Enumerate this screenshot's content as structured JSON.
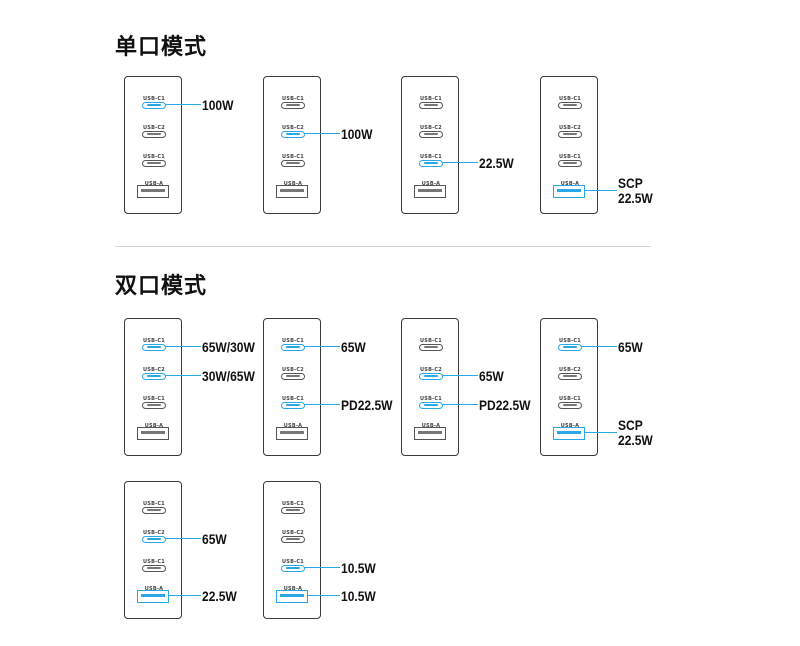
{
  "sections": {
    "single": "单口模式",
    "dual": "双口模式"
  },
  "ports": [
    "USB-C1",
    "USB-C2",
    "USB-C1",
    "USB-A"
  ],
  "colors": {
    "active": "#2aa7e6",
    "inactive": "#555555",
    "frame": "#3a3a3a"
  },
  "configs": [
    {
      "section": "single",
      "active": [
        0
      ],
      "outputs": [
        {
          "port": 0,
          "label": "100W"
        }
      ]
    },
    {
      "section": "single",
      "active": [
        1
      ],
      "outputs": [
        {
          "port": 1,
          "label": "100W"
        }
      ]
    },
    {
      "section": "single",
      "active": [
        2
      ],
      "outputs": [
        {
          "port": 2,
          "label": "22.5W"
        }
      ]
    },
    {
      "section": "single",
      "active": [
        3
      ],
      "outputs": [
        {
          "port": 3,
          "label": "SCP\n22.5W"
        }
      ]
    },
    {
      "section": "dual",
      "active": [
        0,
        1
      ],
      "outputs": [
        {
          "port": 0,
          "label": "65W/30W"
        },
        {
          "port": 1,
          "label": "30W/65W"
        }
      ]
    },
    {
      "section": "dual",
      "active": [
        0,
        2
      ],
      "outputs": [
        {
          "port": 0,
          "label": "65W"
        },
        {
          "port": 2,
          "label": "PD22.5W"
        }
      ]
    },
    {
      "section": "dual",
      "active": [
        1,
        2
      ],
      "outputs": [
        {
          "port": 1,
          "label": "65W"
        },
        {
          "port": 2,
          "label": "PD22.5W"
        }
      ]
    },
    {
      "section": "dual",
      "active": [
        0,
        3
      ],
      "outputs": [
        {
          "port": 0,
          "label": "65W"
        },
        {
          "port": 3,
          "label": "SCP\n22.5W"
        }
      ]
    },
    {
      "section": "dual",
      "active": [
        1,
        3
      ],
      "outputs": [
        {
          "port": 1,
          "label": "65W"
        },
        {
          "port": 3,
          "label": "22.5W"
        }
      ]
    },
    {
      "section": "dual",
      "active": [
        2,
        3
      ],
      "outputs": [
        {
          "port": 2,
          "label": "10.5W"
        },
        {
          "port": 3,
          "label": "10.5W"
        }
      ]
    }
  ]
}
